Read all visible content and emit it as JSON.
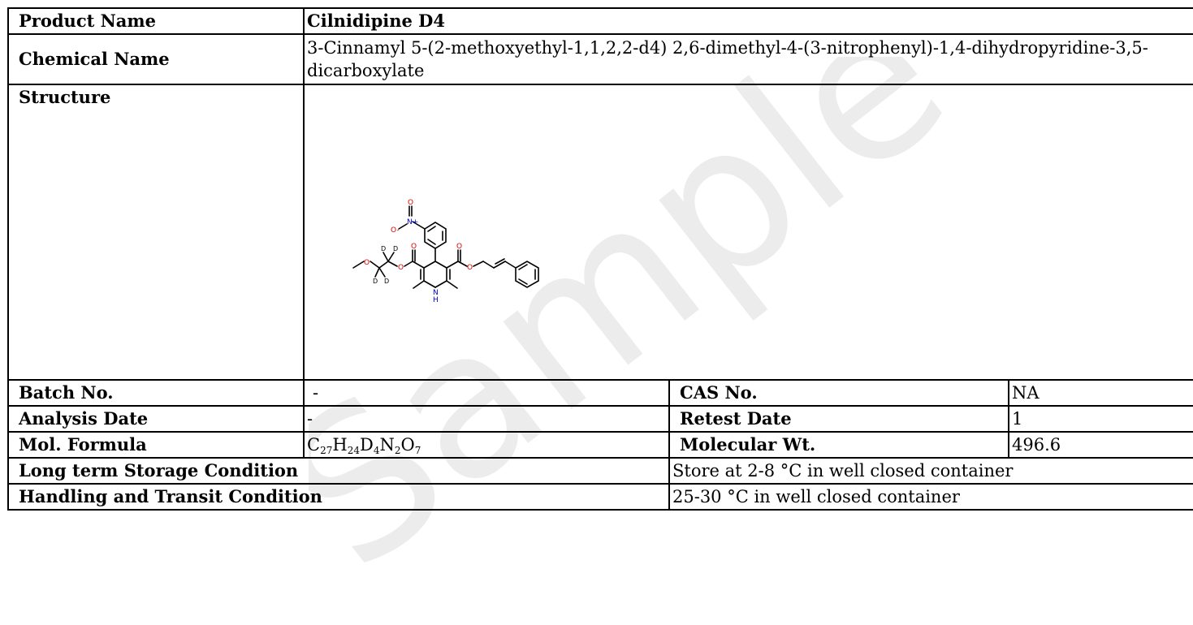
{
  "watermark_text": "Sample COA",
  "rows": {
    "product_name": {
      "label": "Product Name",
      "value": "Cilnidipine D4"
    },
    "chemical_name": {
      "label": "Chemical Name",
      "value": "3-Cinnamyl 5-(2-methoxyethyl-1,1,2,2-d4) 2,6-dimethyl-4-(3-nitrophenyl)-1,4-dihydropyridine-3,5-dicarboxylate"
    },
    "structure": {
      "label": "Structure"
    },
    "batch": {
      "label": "Batch No.",
      "value": "-",
      "label2": "CAS No.",
      "value2": "NA"
    },
    "analysis": {
      "label": "Analysis Date",
      "value": "-",
      "label2": "Retest Date",
      "value2": "1"
    },
    "formula": {
      "label": "Mol. Formula",
      "label2": "Molecular Wt.",
      "value2": "496.6"
    },
    "storage": {
      "label": "Long term Storage Condition",
      "value": "Store at 2-8 °C in well closed container"
    },
    "handling": {
      "label": "Handling and Transit Condition",
      "value": "25-30 °C in well closed container"
    }
  },
  "formula_parts": [
    {
      "el": "C",
      "n": "27"
    },
    {
      "el": "H",
      "n": "24"
    },
    {
      "el": "D",
      "n": "4"
    },
    {
      "el": "N",
      "n": "2"
    },
    {
      "el": "O",
      "n": "7"
    }
  ],
  "structure_atoms": {
    "o_top": "O",
    "n_plus": "N+",
    "o_minus": "O-",
    "o_ester_left_carbonyl": "O",
    "o_ester_right_carbonyl": "O",
    "o_ester_left": "O",
    "o_ester_right": "O",
    "o_methoxy": "O",
    "d1": "D",
    "d2": "D",
    "d3": "D",
    "d4": "D",
    "nh_n": "N",
    "nh_h": "H"
  },
  "colors": {
    "oxygen": "#e00000",
    "nitrogen": "#0000cc",
    "bond": "#000000",
    "watermark": "#e8e8e8"
  }
}
